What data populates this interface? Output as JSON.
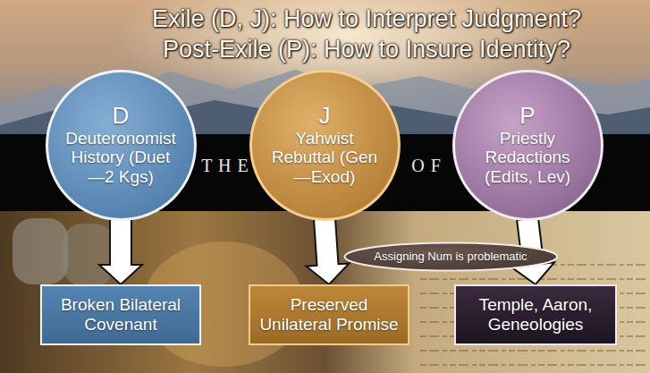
{
  "diagram": {
    "title": "Exile (D, J): How to Interpret Judgment?",
    "nodes": [
      {
        "text": [
          "D",
          "Deuteronomist History (Duet—2 Kgs)"
        ]
      },
      {
        "text": [
          "J",
          "Yahwist Rebuttal (Gen—Exod)"
        ]
      },
      {
        "text": [
          "P",
          "Priestly Redactions (Edits, Lev)"
        ]
      },
      {
        "text": [
          "Assigning Num is problematic"
        ]
      },
      {
        "text": [
          "Broken Bilateral Covenant"
        ]
      },
      {
        "text": [
          "Preserved Unilateral Promise"
        ]
      },
      {
        "text": [
          "Temple, Aaron, Geneologies"
        ]
      }
    ],
    "edges": [
      {
        "from": 0,
        "to": 4,
        "arrow": "to"
      },
      {
        "from": 1,
        "to": 5,
        "arrow": "to"
      },
      {
        "from": 2,
        "to": 6,
        "arrow": "to"
      }
    ],
    "labels": [
      "Post-Exile (P): How to Insure Identity?",
      "T H E",
      "O F"
    ]
  }
}
